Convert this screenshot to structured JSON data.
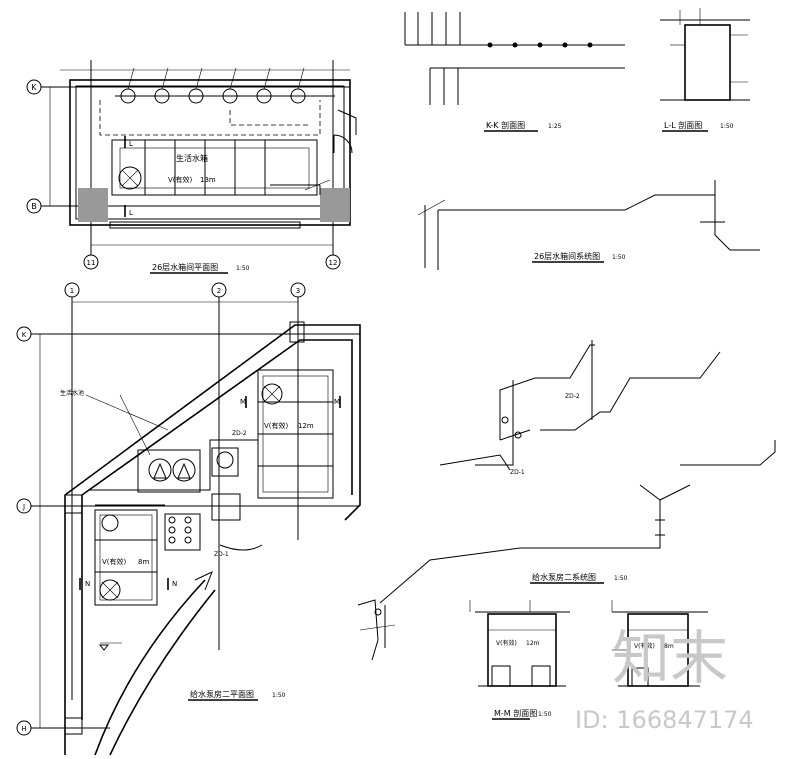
{
  "drawings": {
    "plan_26f": {
      "title": "26层水箱间平面图",
      "scale": "1:50",
      "tank_label": "生活水箱",
      "volume_label": "V(有效)",
      "volume_value": "13m",
      "section_mark": "L"
    },
    "section_kk": {
      "title": "K-K 剖面图",
      "scale": "1:25"
    },
    "section_ll": {
      "title": "L-L 剖面图",
      "scale": "1:50"
    },
    "system_26f": {
      "title": "26层水箱间系统图",
      "scale": "1:50"
    },
    "plan_pump_2": {
      "title": "给水泵房二平面图",
      "scale": "1:50",
      "pipe_label": "生活水池",
      "tank_a_volume": "V(有效)",
      "tank_a_value": "12m",
      "tank_b_volume": "V(有效)",
      "tank_b_value": "8m",
      "section_mark_m": "M",
      "section_mark_n": "N",
      "pump_label": "ZD-1",
      "pump_label_2": "ZD-2"
    },
    "system_pump_2": {
      "title": "给水泵房二系统图",
      "scale": "1:50",
      "pump_tag_1": "ZD-1",
      "pump_tag_2": "ZD-2"
    },
    "section_mm": {
      "title": "M-M 剖面图",
      "scale": "1:50",
      "volume_label": "V(有效)",
      "volume_value": "12m"
    },
    "section_nn": {
      "volume_label": "V(有效)",
      "volume_value": "8m"
    }
  },
  "axes": {
    "k": "K",
    "b": "B",
    "h11": "11",
    "h12": "12",
    "k2": "K",
    "j": "J",
    "h": "H",
    "v1": "1",
    "v2": "2",
    "v3": "3"
  },
  "watermark": {
    "logo": "知末",
    "id_text": "ID: 166847174"
  }
}
